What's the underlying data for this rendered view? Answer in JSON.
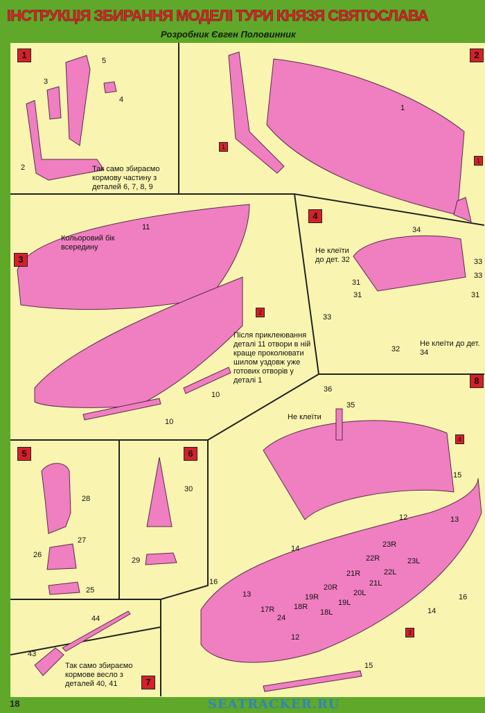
{
  "header": {
    "title": "ІНСТРУКЦІЯ ЗБИРАННЯ МОДЕЛІ ТУРИ КНЯЗЯ СВЯТОСЛАВА",
    "author": "Розробник Євген Половинник"
  },
  "page_number": "18",
  "watermark": "SEATRACKER.RU",
  "colors": {
    "paper": "#f9f5b0",
    "part": "#ef7fc0",
    "badge": "#d4202a",
    "background": "#5fa82a"
  },
  "panels": {
    "p1": {
      "step": "1",
      "labels": [
        "5",
        "3",
        "4",
        "2"
      ],
      "note": "Так само збираємо кормову частину з деталей 6, 7, 8, 9"
    },
    "p2": {
      "step": "2",
      "labels": [
        "1"
      ],
      "refs": [
        "1",
        "1"
      ]
    },
    "p3": {
      "step": "3",
      "labels": [
        "11",
        "10",
        "10"
      ],
      "note_side": "Кольоровий бік всередину",
      "ref": "2",
      "note": "Після приклеювання деталі 11 отвори в ній краще проколювати шилом уздовж уже готових отворів у деталі 1"
    },
    "p4": {
      "step": "4",
      "labels": [
        "34",
        "33",
        "33",
        "31",
        "31",
        "31",
        "32",
        "33"
      ],
      "note_top": "Не клеїти до дет. 32",
      "note_bottom": "Не клеїти до дет. 34"
    },
    "p5": {
      "step": "5",
      "labels": [
        "28",
        "27",
        "26",
        "25"
      ]
    },
    "p6": {
      "step": "6",
      "labels": [
        "30",
        "29"
      ]
    },
    "p7": {
      "step": "7",
      "labels": [
        "44",
        "43"
      ],
      "note": "Так само збираємо кормове весло з деталей 40, 41"
    },
    "p8": {
      "step": "8",
      "labels": [
        "36",
        "35",
        "15",
        "12",
        "13",
        "14",
        "23R",
        "22R",
        "21R",
        "20R",
        "19R",
        "18R",
        "17R",
        "24",
        "23L",
        "22L",
        "21L",
        "20L",
        "19L",
        "18L",
        "16",
        "13",
        "16",
        "14",
        "12",
        "15"
      ],
      "note": "Не клеїти",
      "refs": [
        "4",
        "3"
      ]
    }
  }
}
